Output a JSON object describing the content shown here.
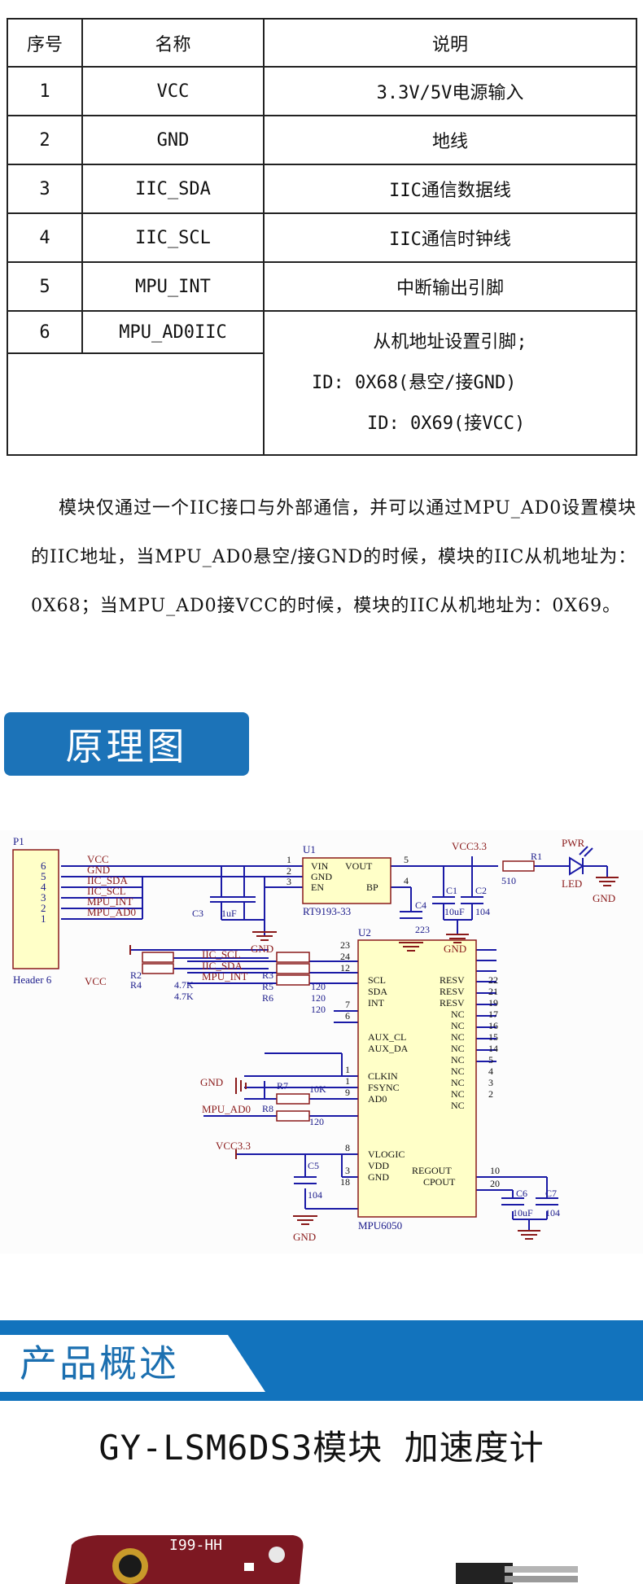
{
  "pin_table": {
    "headers": [
      "序号",
      "名称",
      "说明"
    ],
    "rows": [
      {
        "no": "1",
        "name": "VCC",
        "desc": "3.3V/5V电源输入"
      },
      {
        "no": "2",
        "name": "GND",
        "desc": "地线"
      },
      {
        "no": "3",
        "name": "IIC_SDA",
        "desc": "IIC通信数据线"
      },
      {
        "no": "4",
        "name": "IIC_SCL",
        "desc": "IIC通信时钟线"
      },
      {
        "no": "5",
        "name": "MPU_INT",
        "desc": "中断输出引脚"
      }
    ],
    "row6": {
      "no": "6",
      "name": "MPU_AD0IIC"
    },
    "notes": [
      "从机地址设置引脚;",
      "ID: 0X68(悬空/接GND)",
      "ID: 0X69(接VCC)"
    ]
  },
  "paragraph": "模块仅通过一个IIC接口与外部通信，并可以通过MPU_AD0设置模块的IIC地址，当MPU_AD0悬空/接GND的时候，模块的IIC从机地址为：0X68；当MPU_AD0接VCC的时候，模块的IIC从机地址为：0X69。",
  "section1_title": "原理图",
  "schematic": {
    "p1": "P1",
    "header": "Header 6",
    "pin_nums": [
      "6",
      "5",
      "4",
      "3",
      "2",
      "1"
    ],
    "net_labels": [
      "VCC",
      "GND",
      "IIC_SDA",
      "IIC_SCL",
      "MPU_INT",
      "MPU_AD0"
    ],
    "u1": "U1",
    "u1_part": "RT9193-33",
    "u1_pins": [
      "VIN",
      "VOUT",
      "GND",
      "EN",
      "BP"
    ],
    "u1_pin_nums": [
      "1",
      "2",
      "3",
      "5",
      "4"
    ],
    "c1": "C1",
    "c2": "C2",
    "c3": "C3",
    "c4": "C4",
    "c5": "C5",
    "c6": "C6",
    "c7": "C7",
    "v_1uf": "1uF",
    "v_10uf": "10uF",
    "v_104": "104",
    "v_223": "223",
    "vcc33": "VCC3.3",
    "vcc33_alt": "VCC3.3",
    "r1": "R1",
    "r1_val": "510",
    "pwr": "PWR",
    "led": "LED",
    "gnd": "GND",
    "u2": "U2",
    "u2_part": "MPU6050",
    "u2_left": [
      "SCL",
      "SDA",
      "INT",
      "AUX_CL",
      "AUX_DA",
      "CLKIN",
      "FSYNC",
      "AD0",
      "VLOGIC",
      "VDD",
      "GND"
    ],
    "u2_left_nums": [
      "23",
      "24",
      "12",
      "7",
      "6",
      "1",
      "1",
      "9",
      "8",
      "3",
      "18"
    ],
    "u2_right": [
      "RESV",
      "RESV",
      "RESV",
      "NC",
      "NC",
      "NC",
      "NC",
      "NC",
      "NC",
      "NC",
      "NC",
      "NC"
    ],
    "u2_right_nums": [
      "22",
      "21",
      "19",
      "17",
      "16",
      "15",
      "14",
      "5",
      "4",
      "3",
      "2"
    ],
    "regout": "REGOUT",
    "cpout": "CPOUT",
    "regout_num": "10",
    "cpout_num": "20",
    "r2": "R2",
    "r3": "R3",
    "r4": "R4",
    "r5": "R5",
    "r6": "R6",
    "r7": "R7",
    "r8": "R8",
    "v_47k": "4.7K",
    "v_120": "120",
    "v_10k": "10K",
    "vcc": "VCC",
    "mpu_ad0": "MPU_AD0",
    "iic_scl": "IIC_SCL",
    "iic_sda": "IIC_SDA",
    "mpu_int": "MPU_INT"
  },
  "section2_title": "产品概述",
  "product_title": "GY-LSM6DS3模块 加速度计",
  "photo_label": "I99-HH"
}
